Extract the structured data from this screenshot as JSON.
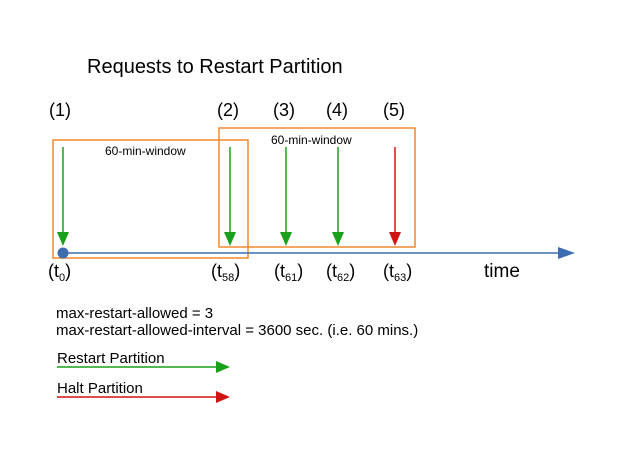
{
  "title": "Requests to Restart Partition",
  "requests": [
    {
      "seq": "(1)",
      "time_base": "t",
      "time_sub": "0",
      "action": "restart"
    },
    {
      "seq": "(2)",
      "time_base": "t",
      "time_sub": "58",
      "action": "restart"
    },
    {
      "seq": "(3)",
      "time_base": "t",
      "time_sub": "61",
      "action": "restart"
    },
    {
      "seq": "(4)",
      "time_base": "t",
      "time_sub": "62",
      "action": "restart"
    },
    {
      "seq": "(5)",
      "time_base": "t",
      "time_sub": "63",
      "action": "halt"
    }
  ],
  "windows": [
    {
      "label": "60-min-window"
    },
    {
      "label": "60-min-window"
    }
  ],
  "axis_label": "time",
  "config": {
    "line1": "max-restart-allowed = 3",
    "line2": "max-restart-allowed-interval = 3600 sec. (i.e. 60 mins.)"
  },
  "legend": [
    {
      "label": "Restart Partition",
      "color": "#1aa01a"
    },
    {
      "label": "Halt Partition",
      "color": "#d11414"
    }
  ],
  "colors": {
    "restart": "#1aa01a",
    "halt": "#d11414",
    "window": "#f0892e",
    "axis": "#3c6db0"
  }
}
